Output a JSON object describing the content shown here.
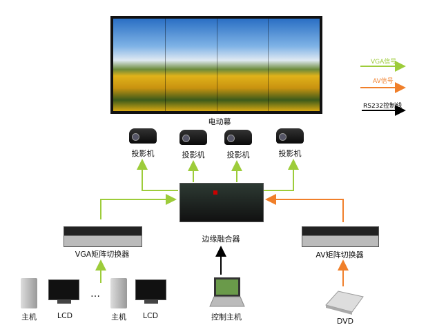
{
  "labels": {
    "screen": "电动幕",
    "projector": "投影机",
    "blender": "边缘融合器",
    "vga_switch": "VGA矩阵切换器",
    "av_switch": "AV矩阵切换器",
    "host": "主机",
    "lcd": "LCD",
    "ellipsis": "…",
    "control_host": "控制主机",
    "dvd": "DVD"
  },
  "legend": [
    {
      "label": "VGA信号",
      "color": "#9dcc3a"
    },
    {
      "label": "AV信号",
      "color": "#f07f2a"
    },
    {
      "label": "RS232控制线",
      "color": "#000000"
    }
  ],
  "colors": {
    "vga": "#9dcc3a",
    "av": "#f07f2a",
    "rs232": "#000000"
  }
}
